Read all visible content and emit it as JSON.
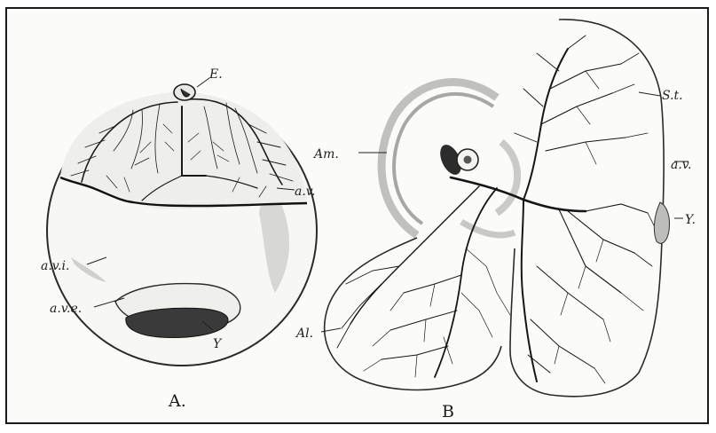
{
  "figure_a": {
    "caption": "A.",
    "labels": {
      "embryo": "E.",
      "area_vasculosa": "a.v.",
      "area_vitellina_interna": "a.v.i.",
      "area_vitellina_externa": "a.v.e.",
      "yolk": "Y"
    }
  },
  "figure_b": {
    "caption": "B",
    "labels": {
      "amnion": "Am.",
      "sinus_terminalis": "S.t.",
      "area_vasculosa": "a.v.",
      "yolk": "Y.",
      "allantois": "Al."
    }
  }
}
